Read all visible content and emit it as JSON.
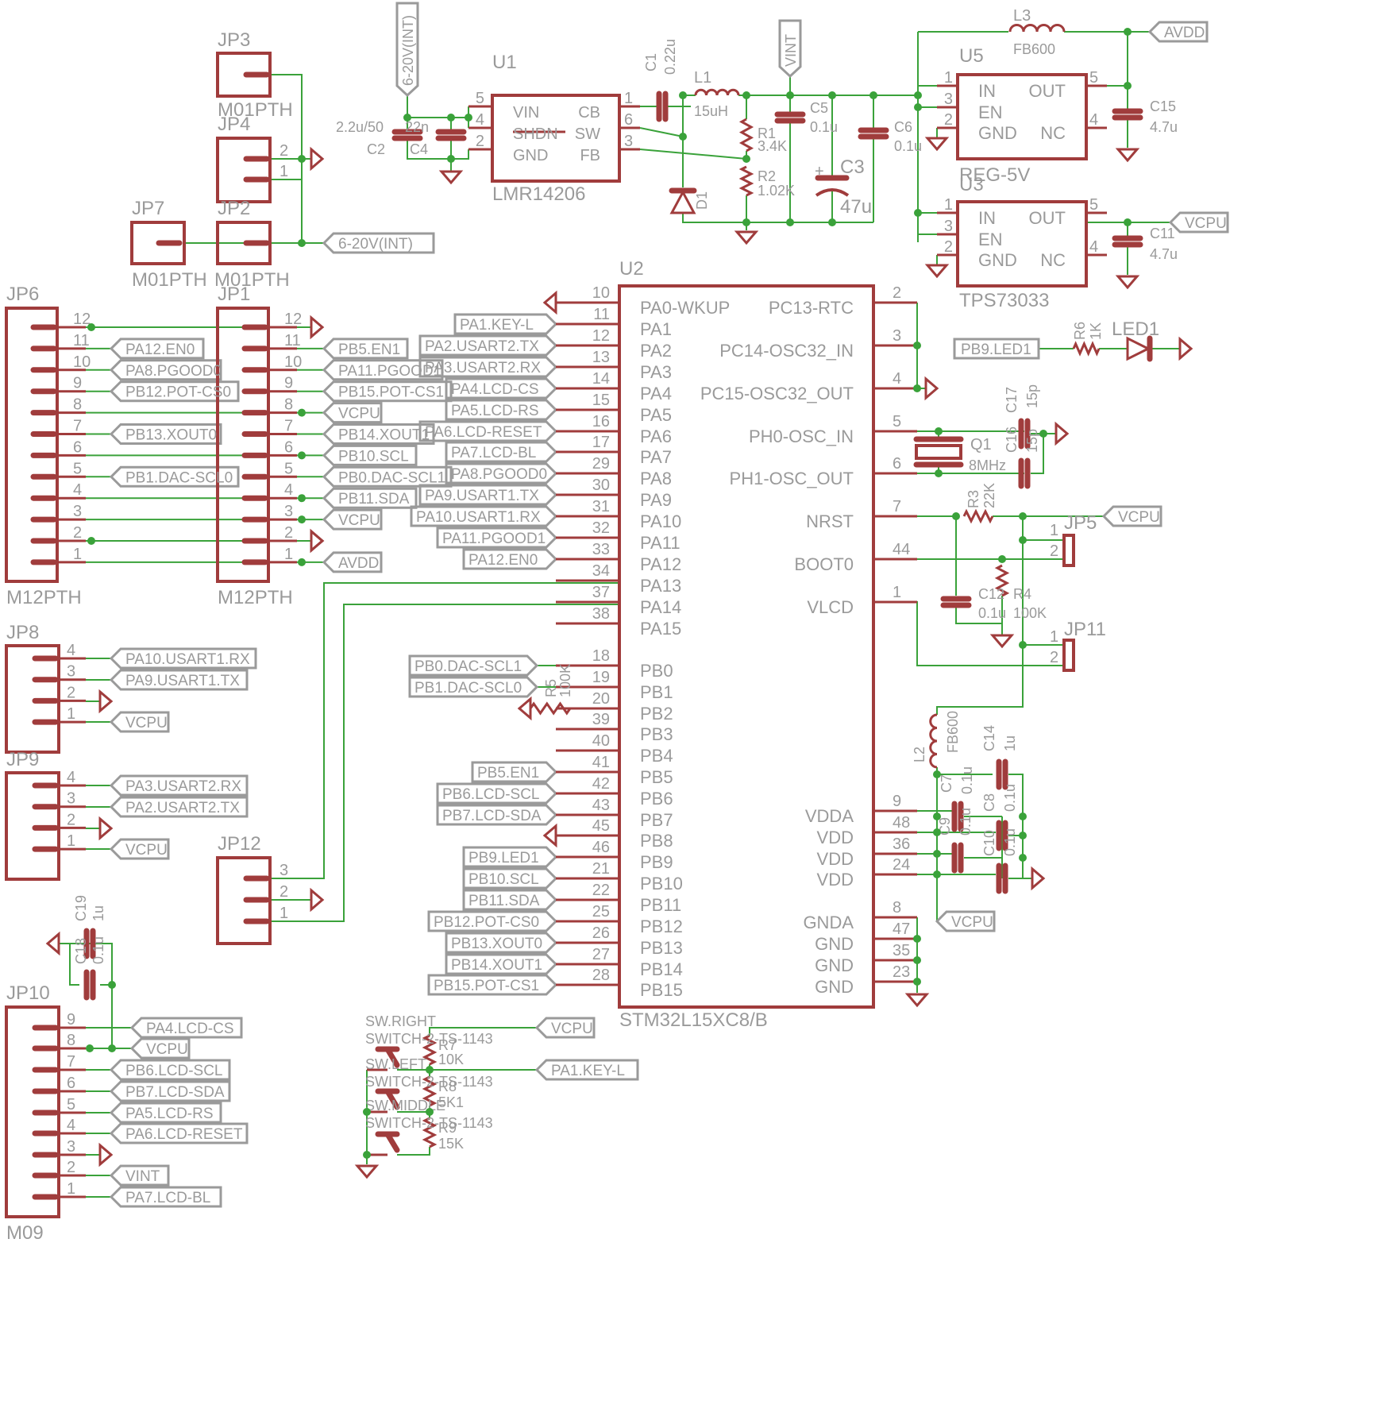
{
  "u2": {
    "name": "U2",
    "value": "STM32L15XC8/B",
    "left_pins": [
      {
        "num": "10",
        "name": "PA0-WKUP"
      },
      {
        "num": "11",
        "name": "PA1"
      },
      {
        "num": "12",
        "name": "PA2"
      },
      {
        "num": "13",
        "name": "PA3"
      },
      {
        "num": "14",
        "name": "PA4"
      },
      {
        "num": "15",
        "name": "PA5"
      },
      {
        "num": "16",
        "name": "PA6"
      },
      {
        "num": "17",
        "name": "PA7"
      },
      {
        "num": "29",
        "name": "PA8"
      },
      {
        "num": "30",
        "name": "PA9"
      },
      {
        "num": "31",
        "name": "PA10"
      },
      {
        "num": "32",
        "name": "PA11"
      },
      {
        "num": "33",
        "name": "PA12"
      },
      {
        "num": "34",
        "name": "PA13"
      },
      {
        "num": "37",
        "name": "PA14"
      },
      {
        "num": "38",
        "name": "PA15"
      },
      {
        "num": "18",
        "name": "PB0"
      },
      {
        "num": "19",
        "name": "PB1"
      },
      {
        "num": "20",
        "name": "PB2"
      },
      {
        "num": "39",
        "name": "PB3"
      },
      {
        "num": "40",
        "name": "PB4"
      },
      {
        "num": "41",
        "name": "PB5"
      },
      {
        "num": "42",
        "name": "PB6"
      },
      {
        "num": "43",
        "name": "PB7"
      },
      {
        "num": "45",
        "name": "PB8"
      },
      {
        "num": "46",
        "name": "PB9"
      },
      {
        "num": "21",
        "name": "PB10"
      },
      {
        "num": "22",
        "name": "PB11"
      },
      {
        "num": "25",
        "name": "PB12"
      },
      {
        "num": "26",
        "name": "PB13"
      },
      {
        "num": "27",
        "name": "PB14"
      },
      {
        "num": "28",
        "name": "PB15"
      }
    ],
    "right_pins": [
      {
        "num": "2",
        "name": "PC13-RTC"
      },
      {
        "num": "3",
        "name": "PC14-OSC32_IN"
      },
      {
        "num": "4",
        "name": "PC15-OSC32_OUT"
      },
      {
        "num": "5",
        "name": "PH0-OSC_IN"
      },
      {
        "num": "6",
        "name": "PH1-OSC_OUT"
      },
      {
        "num": "7",
        "name": "NRST"
      },
      {
        "num": "44",
        "name": "BOOT0"
      },
      {
        "num": "1",
        "name": "VLCD"
      },
      {
        "num": "9",
        "name": "VDDA"
      },
      {
        "num": "48",
        "name": "VDD"
      },
      {
        "num": "36",
        "name": "VDD"
      },
      {
        "num": "24",
        "name": "VDD"
      },
      {
        "num": "8",
        "name": "GNDA"
      },
      {
        "num": "47",
        "name": "GND"
      },
      {
        "num": "35",
        "name": "GND"
      },
      {
        "num": "23",
        "name": "GND"
      }
    ],
    "left_labels": [
      "PA1.KEY-L",
      "PA2.USART2.TX",
      "PA3.USART2.RX",
      "PA4.LCD-CS",
      "PA5.LCD-RS",
      "PA6.LCD-RESET",
      "PA7.LCD-BL",
      "PA8.PGOOD0",
      "PA9.USART1.TX",
      "PA10.USART1.RX",
      "PA11.PGOOD1",
      "PA12.EN0"
    ],
    "pb_labels_top": [
      "PB0.DAC-SCL1",
      "PB1.DAC-SCL0"
    ],
    "pb_labels": [
      "PB5.EN1",
      "PB6.LCD-SCL",
      "PB7.LCD-SDA"
    ],
    "pb_labels2": [
      "PB9.LED1",
      "PB10.SCL",
      "PB11.SDA",
      "PB12.POT-CS0",
      "PB13.XOUT0",
      "PB14.XOUT1",
      "PB15.POT-CS1"
    ]
  },
  "u1": {
    "name": "U1",
    "value": "LMR14206",
    "pins_left": [
      {
        "num": "5",
        "name": "VIN"
      },
      {
        "num": "4",
        "name": "SHDN"
      },
      {
        "num": "2",
        "name": "GND"
      }
    ],
    "pins_right": [
      {
        "num": "1",
        "name": "CB"
      },
      {
        "num": "6",
        "name": "SW"
      },
      {
        "num": "3",
        "name": "FB"
      }
    ]
  },
  "u5": {
    "name": "U5",
    "value": "REG-5V",
    "pins_left": [
      {
        "num": "1",
        "name": "IN"
      },
      {
        "num": "3",
        "name": "EN"
      },
      {
        "num": "2",
        "name": "GND"
      }
    ],
    "pins_right": [
      {
        "num": "5",
        "name": "OUT"
      },
      {
        "num": "4",
        "name": "NC"
      }
    ]
  },
  "u3": {
    "name": "U3",
    "value": "TPS73033",
    "pins_left": [
      {
        "num": "1",
        "name": "IN"
      },
      {
        "num": "3",
        "name": "EN"
      },
      {
        "num": "2",
        "name": "GND"
      }
    ],
    "pins_right": [
      {
        "num": "5",
        "name": "OUT"
      },
      {
        "num": "4",
        "name": "NC"
      }
    ]
  },
  "passives": {
    "c1": {
      "name": "C1",
      "value": "0.22u"
    },
    "l1": {
      "name": "L1",
      "value": "15uH"
    },
    "c2": {
      "name": "C2",
      "value": "2.2u/50"
    },
    "c4": {
      "name": "C4",
      "value": "22n"
    },
    "r1": {
      "name": "R1",
      "value": "3.4K"
    },
    "r2": {
      "name": "R2",
      "value": "1.02K"
    },
    "c5": {
      "name": "C5",
      "value": "0.1u"
    },
    "c3": {
      "name": "C3",
      "value": "47u"
    },
    "c6": {
      "name": "C6",
      "value": "0.1u"
    },
    "d1": {
      "name": "D1"
    },
    "l3": {
      "name": "L3",
      "value": "FB600"
    },
    "c15": {
      "name": "C15",
      "value": "4.7u"
    },
    "c11": {
      "name": "C11",
      "value": "4.7u"
    },
    "r6": {
      "name": "R6",
      "value": "1K"
    },
    "led1": {
      "name": "LED1"
    },
    "c17": {
      "name": "C17",
      "value": "15p"
    },
    "c16": {
      "name": "C16",
      "value": "15p"
    },
    "q1": {
      "name": "Q1",
      "value": "8MHz"
    },
    "r3": {
      "name": "R3",
      "value": "22K"
    },
    "c12": {
      "name": "C12",
      "value": "0.1u"
    },
    "r4": {
      "name": "R4",
      "value": "100K"
    },
    "r5": {
      "name": "R5",
      "value": "100K"
    },
    "l2": {
      "name": "L2",
      "value": "FB600"
    },
    "c14": {
      "name": "C14",
      "value": "1u"
    },
    "c7": {
      "name": "C7",
      "value": "0.1u"
    },
    "c8": {
      "name": "C8",
      "value": "0.1u"
    },
    "c9": {
      "name": "C9",
      "value": "0.1u"
    },
    "c10": {
      "name": "C10",
      "value": "0.1u"
    },
    "c19": {
      "name": "C19",
      "value": "1u"
    },
    "c18": {
      "name": "C18",
      "value": "0.1u"
    },
    "r7": {
      "name": "R7",
      "value": "10K"
    },
    "r8": {
      "name": "R8",
      "value": "5K1"
    },
    "r9": {
      "name": "R9",
      "value": "15K"
    },
    "sw_right": {
      "name": "SW.RIGHT",
      "value": "SWITCH-2-TS-1143"
    },
    "sw_left": {
      "name": "SW.LEFT",
      "value": "SWITCH-2-TS-1143"
    },
    "sw_middle": {
      "name": "SW.MIDDLE",
      "value": "SWITCH-2-TS-1143"
    }
  },
  "power": {
    "vin": "6-20V(INT)",
    "vint": "VINT",
    "avdd": "AVDD",
    "vcpu": "VCPU"
  },
  "headers": {
    "jp3": {
      "name": "JP3",
      "value": "M01PTH"
    },
    "jp4": {
      "name": "JP4"
    },
    "jp7": {
      "name": "JP7",
      "value": "M01PTH"
    },
    "jp2": {
      "name": "JP2",
      "value": "M01PTH"
    },
    "jp1": {
      "name": "JP1",
      "value": "M12PTH",
      "labels": [
        "PB5.EN1",
        "PA11.PGOOD1",
        "PB15.POT-CS1",
        "VCPU",
        "PB14.XOUT1",
        "PB10.SCL",
        "PB0.DAC-SCL1",
        "PB11.SDA",
        "VCPU",
        "AVDD"
      ]
    },
    "jp6": {
      "name": "JP6",
      "value": "M12PTH",
      "labels": [
        "PA12.EN0",
        "PA8.PGOOD0",
        "PB12.POT-CS0",
        "PB13.XOUT0",
        "PB1.DAC-SCL0"
      ]
    },
    "jp8": {
      "name": "JP8",
      "labels": [
        "PA10.USART1.RX",
        "PA9.USART1.TX",
        "VCPU"
      ]
    },
    "jp9": {
      "name": "JP9",
      "labels": [
        "PA3.USART2.RX",
        "PA2.USART2.TX",
        "VCPU"
      ]
    },
    "jp12": {
      "name": "JP12"
    },
    "jp10": {
      "name": "JP10",
      "value": "M09",
      "labels": [
        "PA4.LCD-CS",
        "VCPU",
        "PB6.LCD-SCL",
        "PB7.LCD-SDA",
        "PA5.LCD-RS",
        "PA6.LCD-RESET",
        "VINT",
        "PA7.LCD-BL"
      ]
    },
    "jp5": {
      "name": "JP5"
    },
    "jp11": {
      "name": "JP11"
    }
  },
  "misc": {
    "vcpu_lbl": "VCPU",
    "pb9_led1": "PB9.LED1",
    "key_l": "PA1.KEY-L"
  }
}
